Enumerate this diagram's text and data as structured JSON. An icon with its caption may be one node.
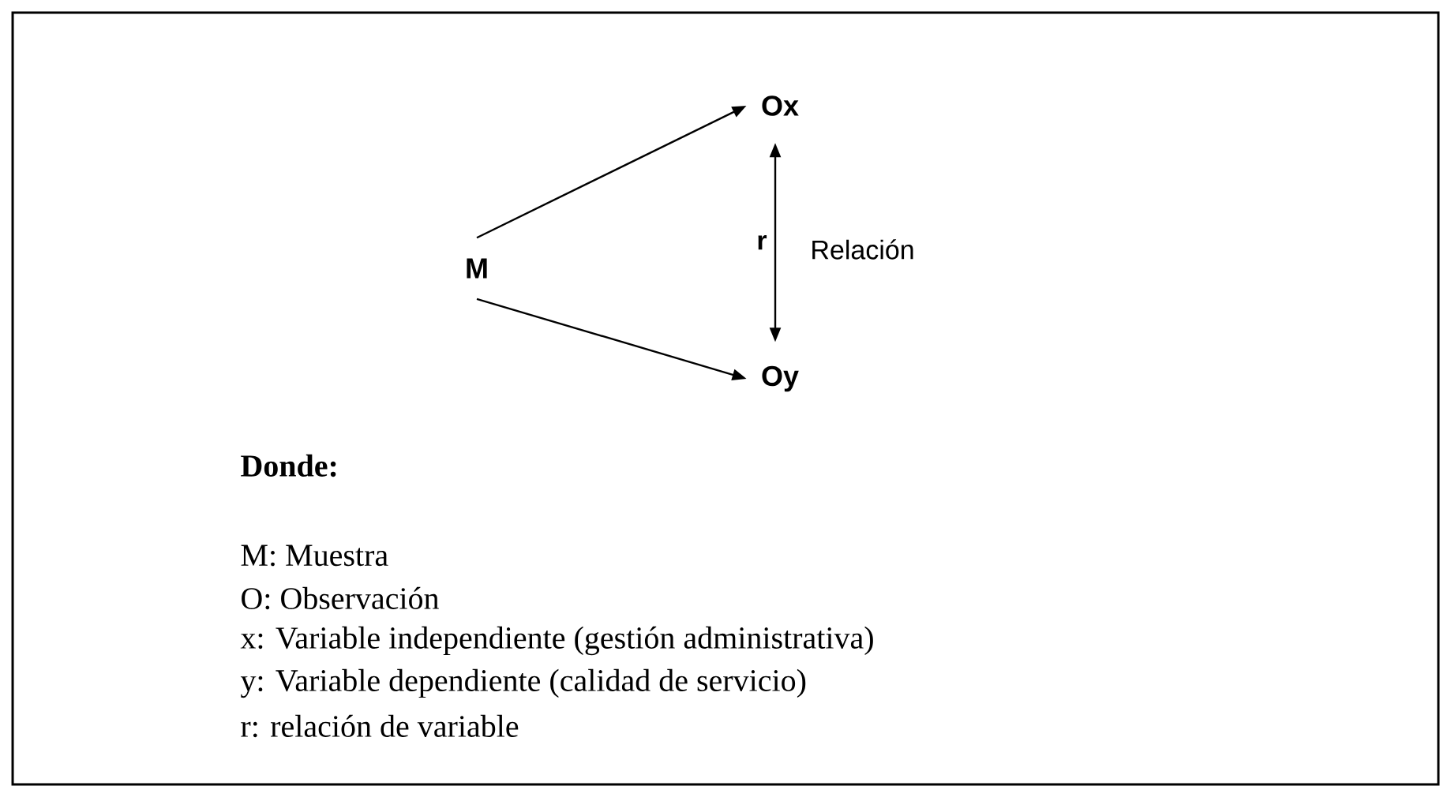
{
  "diagram": {
    "nodes": [
      {
        "text": [
          "M"
        ]
      },
      {
        "text": [
          "Ox"
        ]
      },
      {
        "text": [
          "Oy"
        ]
      }
    ],
    "edges": [
      {
        "from": 0,
        "to": 1,
        "arrow": "to"
      },
      {
        "from": 0,
        "to": 2,
        "arrow": "to"
      },
      {
        "from": 1,
        "to": 2,
        "arrow": "both",
        "label": "r"
      }
    ],
    "labels": [
      "Relación",
      "Donde:",
      "M: Muestra",
      "O: Observación",
      "x: Variable independiente (gestión administrativa)",
      "y: Variable dependiente (calidad de servicio)",
      "r: relación de variable"
    ]
  }
}
